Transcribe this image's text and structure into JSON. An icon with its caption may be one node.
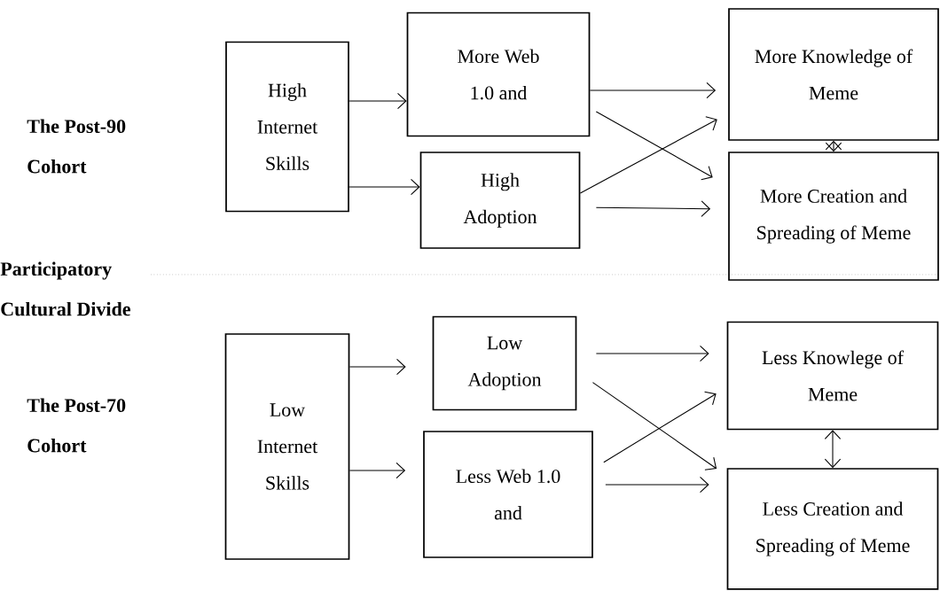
{
  "diagram": {
    "nodes": [
      {
        "text": [
          "High Internet Skills"
        ]
      },
      {
        "text": [
          "More Web 1.0 and"
        ]
      },
      {
        "text": [
          "High Adoption"
        ]
      },
      {
        "text": [
          "More Knowledge of Meme"
        ]
      },
      {
        "text": [
          "More Creation and Spreading of Meme"
        ]
      },
      {
        "text": [
          "Low Internet Skills"
        ]
      },
      {
        "text": [
          "Low Adoption"
        ]
      },
      {
        "text": [
          "Less Web 1.0 and"
        ]
      },
      {
        "text": [
          "Less Knowlege of Meme"
        ]
      },
      {
        "text": [
          "Less Creation and Spreading of Meme"
        ]
      }
    ],
    "edges": [
      {
        "from": 0,
        "to": 1,
        "arrow": "to"
      },
      {
        "from": 0,
        "to": 2,
        "arrow": "to"
      },
      {
        "from": 1,
        "to": 3,
        "arrow": "to"
      },
      {
        "from": 1,
        "to": 4,
        "arrow": "to"
      },
      {
        "from": 2,
        "to": 3,
        "arrow": "to"
      },
      {
        "from": 2,
        "to": 4,
        "arrow": "to"
      },
      {
        "from": 3,
        "to": 4,
        "arrow": "both"
      },
      {
        "from": 5,
        "to": 6,
        "arrow": "to"
      },
      {
        "from": 5,
        "to": 7,
        "arrow": "to"
      },
      {
        "from": 6,
        "to": 8,
        "arrow": "to"
      },
      {
        "from": 6,
        "to": 9,
        "arrow": "to"
      },
      {
        "from": 7,
        "to": 8,
        "arrow": "to"
      },
      {
        "from": 7,
        "to": 9,
        "arrow": "to"
      },
      {
        "from": 8,
        "to": 9,
        "arrow": "both"
      }
    ],
    "labels": [
      "The Post-90 Cohort",
      "Participatory Cultural Divide",
      "The Post-70 Cohort"
    ]
  }
}
